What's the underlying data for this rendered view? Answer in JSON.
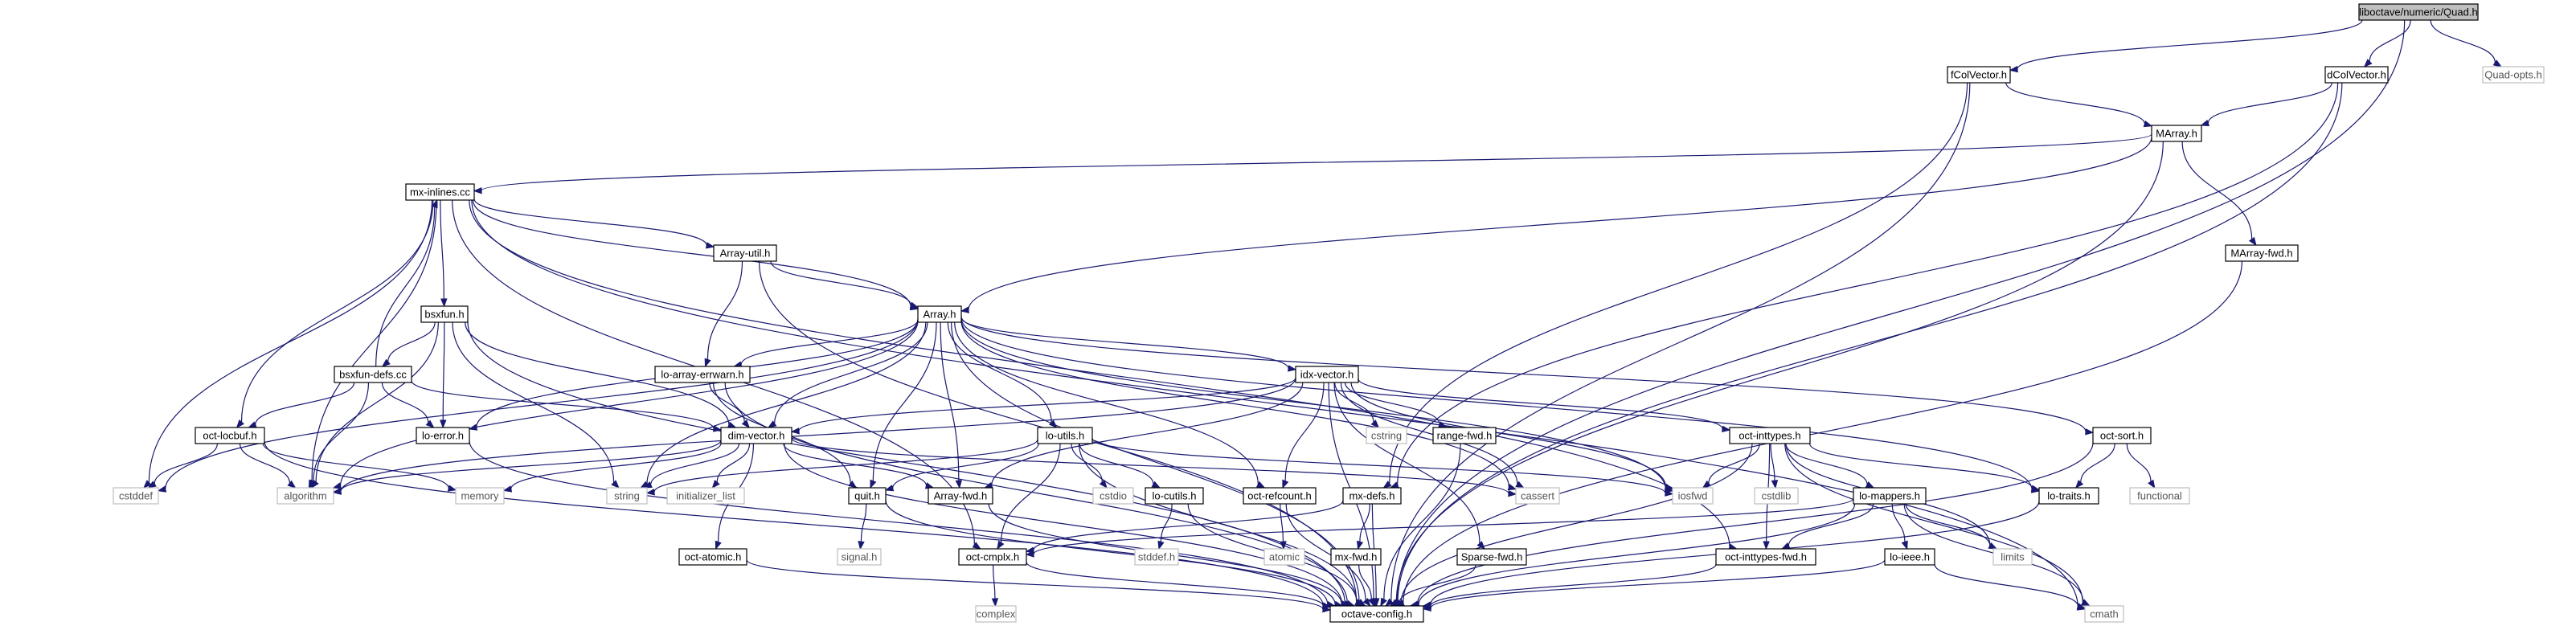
{
  "graph": {
    "colors": {
      "edge": "#191970",
      "root_fill": "#bfbfbf",
      "ghost_border": "#bfbfbf"
    },
    "nodes": [
      {
        "id": "quad",
        "label": "liboctave/numeric/Quad.h",
        "kind": "root"
      },
      {
        "id": "fcol",
        "label": "fColVector.h",
        "kind": "file"
      },
      {
        "id": "dcol",
        "label": "dColVector.h",
        "kind": "file"
      },
      {
        "id": "quadopts",
        "label": "Quad-opts.h",
        "kind": "ghost"
      },
      {
        "id": "marray",
        "label": "MArray.h",
        "kind": "file"
      },
      {
        "id": "mxinl",
        "label": "mx-inlines.cc",
        "kind": "file"
      },
      {
        "id": "arrayutil",
        "label": "Array-util.h",
        "kind": "file"
      },
      {
        "id": "marrayfwd",
        "label": "MArray-fwd.h",
        "kind": "file"
      },
      {
        "id": "bsxfun",
        "label": "bsxfun.h",
        "kind": "file"
      },
      {
        "id": "array",
        "label": "Array.h",
        "kind": "file"
      },
      {
        "id": "bsxdefs",
        "label": "bsxfun-defs.cc",
        "kind": "file"
      },
      {
        "id": "errwarn",
        "label": "lo-array-errwarn.h",
        "kind": "file"
      },
      {
        "id": "idxvec",
        "label": "idx-vector.h",
        "kind": "file"
      },
      {
        "id": "octlocbuf",
        "label": "oct-locbuf.h",
        "kind": "file"
      },
      {
        "id": "loerror",
        "label": "lo-error.h",
        "kind": "file"
      },
      {
        "id": "dimvec",
        "label": "dim-vector.h",
        "kind": "file"
      },
      {
        "id": "loutils",
        "label": "lo-utils.h",
        "kind": "file"
      },
      {
        "id": "rangefwd",
        "label": "range-fwd.h",
        "kind": "file"
      },
      {
        "id": "cstring",
        "label": "cstring",
        "kind": "ghost"
      },
      {
        "id": "octinttypes",
        "label": "oct-inttypes.h",
        "kind": "file"
      },
      {
        "id": "octsort",
        "label": "oct-sort.h",
        "kind": "file"
      },
      {
        "id": "cstddef",
        "label": "cstddef",
        "kind": "ghost"
      },
      {
        "id": "algorithm",
        "label": "algorithm",
        "kind": "ghost"
      },
      {
        "id": "memory",
        "label": "memory",
        "kind": "ghost"
      },
      {
        "id": "string",
        "label": "string",
        "kind": "ghost"
      },
      {
        "id": "initlist",
        "label": "initializer_list",
        "kind": "ghost"
      },
      {
        "id": "quit",
        "label": "quit.h",
        "kind": "file"
      },
      {
        "id": "arrayfwd",
        "label": "Array-fwd.h",
        "kind": "file"
      },
      {
        "id": "cstdio",
        "label": "cstdio",
        "kind": "ghost"
      },
      {
        "id": "locutils",
        "label": "lo-cutils.h",
        "kind": "file"
      },
      {
        "id": "octrefcount",
        "label": "oct-refcount.h",
        "kind": "file"
      },
      {
        "id": "mxdefs",
        "label": "mx-defs.h",
        "kind": "file"
      },
      {
        "id": "cassert",
        "label": "cassert",
        "kind": "ghost"
      },
      {
        "id": "iosfwd",
        "label": "iosfwd",
        "kind": "ghost"
      },
      {
        "id": "cstdlib",
        "label": "cstdlib",
        "kind": "ghost"
      },
      {
        "id": "lomappers",
        "label": "lo-mappers.h",
        "kind": "file"
      },
      {
        "id": "lotraits",
        "label": "lo-traits.h",
        "kind": "file"
      },
      {
        "id": "functional",
        "label": "functional",
        "kind": "ghost"
      },
      {
        "id": "octatomic",
        "label": "oct-atomic.h",
        "kind": "file"
      },
      {
        "id": "signal",
        "label": "signal.h",
        "kind": "ghost"
      },
      {
        "id": "octcmplx",
        "label": "oct-cmplx.h",
        "kind": "file"
      },
      {
        "id": "stddef",
        "label": "stddef.h",
        "kind": "ghost"
      },
      {
        "id": "atomic",
        "label": "atomic",
        "kind": "ghost"
      },
      {
        "id": "mxfwd",
        "label": "mx-fwd.h",
        "kind": "file"
      },
      {
        "id": "sparsefwd",
        "label": "Sparse-fwd.h",
        "kind": "file"
      },
      {
        "id": "octinttypesfwd",
        "label": "oct-inttypes-fwd.h",
        "kind": "file"
      },
      {
        "id": "loieee",
        "label": "lo-ieee.h",
        "kind": "file"
      },
      {
        "id": "limits",
        "label": "limits",
        "kind": "ghost"
      },
      {
        "id": "complex",
        "label": "complex",
        "kind": "ghost"
      },
      {
        "id": "octconfig",
        "label": "octave-config.h",
        "kind": "file"
      },
      {
        "id": "cmath",
        "label": "cmath",
        "kind": "ghost"
      }
    ],
    "edges": [
      [
        "quad",
        "fcol"
      ],
      [
        "quad",
        "dcol"
      ],
      [
        "quad",
        "quadopts"
      ],
      [
        "quad",
        "octconfig"
      ],
      [
        "fcol",
        "marray"
      ],
      [
        "fcol",
        "octconfig"
      ],
      [
        "fcol",
        "mxdefs"
      ],
      [
        "dcol",
        "marray"
      ],
      [
        "dcol",
        "octconfig"
      ],
      [
        "dcol",
        "mxdefs"
      ],
      [
        "marray",
        "array"
      ],
      [
        "marray",
        "marrayfwd"
      ],
      [
        "marray",
        "mxinl"
      ],
      [
        "marray",
        "octconfig"
      ],
      [
        "marrayfwd",
        "octconfig"
      ],
      [
        "mxinl",
        "arrayutil"
      ],
      [
        "mxinl",
        "bsxfun"
      ],
      [
        "mxinl",
        "array"
      ],
      [
        "mxinl",
        "cstddef"
      ],
      [
        "mxinl",
        "algorithm"
      ],
      [
        "mxinl",
        "octlocbuf"
      ],
      [
        "mxinl",
        "octcmplx"
      ],
      [
        "mxinl",
        "octinttypesfwd"
      ],
      [
        "mxinl",
        "cmath"
      ],
      [
        "arrayutil",
        "array"
      ],
      [
        "arrayutil",
        "errwarn"
      ],
      [
        "arrayutil",
        "octconfig"
      ],
      [
        "bsxfun",
        "bsxdefs"
      ],
      [
        "bsxfun",
        "dimvec"
      ],
      [
        "bsxfun",
        "loerror"
      ],
      [
        "bsxfun",
        "algorithm"
      ],
      [
        "bsxfun",
        "string"
      ],
      [
        "bsxfun",
        "octconfig"
      ],
      [
        "bsxdefs",
        "mxinl"
      ],
      [
        "bsxdefs",
        "octlocbuf"
      ],
      [
        "bsxdefs",
        "loerror"
      ],
      [
        "bsxdefs",
        "dimvec"
      ],
      [
        "bsxdefs",
        "algorithm"
      ],
      [
        "array",
        "idxvec"
      ],
      [
        "array",
        "loutils"
      ],
      [
        "array",
        "dimvec"
      ],
      [
        "array",
        "errwarn"
      ],
      [
        "array",
        "loerror"
      ],
      [
        "array",
        "quit"
      ],
      [
        "array",
        "arrayfwd"
      ],
      [
        "array",
        "octrefcount"
      ],
      [
        "array",
        "octsort"
      ],
      [
        "array",
        "lotraits"
      ],
      [
        "array",
        "cassert"
      ],
      [
        "array",
        "iosfwd"
      ],
      [
        "array",
        "string"
      ],
      [
        "array",
        "cstddef"
      ],
      [
        "array",
        "algorithm"
      ],
      [
        "array",
        "octconfig"
      ],
      [
        "errwarn",
        "dimvec"
      ],
      [
        "errwarn",
        "octconfig"
      ],
      [
        "errwarn",
        "quit"
      ],
      [
        "idxvec",
        "dimvec"
      ],
      [
        "idxvec",
        "rangefwd"
      ],
      [
        "idxvec",
        "cstring"
      ],
      [
        "idxvec",
        "octinttypes"
      ],
      [
        "idxvec",
        "octrefcount"
      ],
      [
        "idxvec",
        "arrayfwd"
      ],
      [
        "idxvec",
        "sparsefwd"
      ],
      [
        "idxvec",
        "cassert"
      ],
      [
        "idxvec",
        "iosfwd"
      ],
      [
        "idxvec",
        "algorithm"
      ],
      [
        "idxvec",
        "octconfig"
      ],
      [
        "octlocbuf",
        "cstddef"
      ],
      [
        "octlocbuf",
        "algorithm"
      ],
      [
        "octlocbuf",
        "memory"
      ],
      [
        "octlocbuf",
        "octconfig"
      ],
      [
        "loerror",
        "octconfig"
      ],
      [
        "dimvec",
        "algorithm"
      ],
      [
        "dimvec",
        "memory"
      ],
      [
        "dimvec",
        "string"
      ],
      [
        "dimvec",
        "initlist"
      ],
      [
        "dimvec",
        "arrayfwd"
      ],
      [
        "dimvec",
        "octatomic"
      ],
      [
        "dimvec",
        "cassert"
      ],
      [
        "dimvec",
        "octconfig"
      ],
      [
        "loutils",
        "quit"
      ],
      [
        "loutils",
        "cstdio"
      ],
      [
        "loutils",
        "locutils"
      ],
      [
        "loutils",
        "octcmplx"
      ],
      [
        "loutils",
        "string"
      ],
      [
        "loutils",
        "iosfwd"
      ],
      [
        "loutils",
        "octconfig"
      ],
      [
        "rangefwd",
        "octconfig"
      ],
      [
        "octinttypes",
        "lomappers"
      ],
      [
        "octinttypes",
        "lotraits"
      ],
      [
        "octinttypes",
        "cstdlib"
      ],
      [
        "octinttypes",
        "iosfwd"
      ],
      [
        "octinttypes",
        "octinttypesfwd"
      ],
      [
        "octinttypes",
        "limits"
      ],
      [
        "octinttypes",
        "cmath"
      ],
      [
        "octinttypes",
        "octconfig"
      ],
      [
        "octsort",
        "lotraits"
      ],
      [
        "octsort",
        "functional"
      ],
      [
        "octsort",
        "octconfig"
      ],
      [
        "quit",
        "signal"
      ],
      [
        "quit",
        "octconfig"
      ],
      [
        "arrayfwd",
        "octconfig"
      ],
      [
        "locutils",
        "stddef"
      ],
      [
        "locutils",
        "octconfig"
      ],
      [
        "octrefcount",
        "atomic"
      ],
      [
        "octrefcount",
        "octconfig"
      ],
      [
        "mxdefs",
        "octcmplx"
      ],
      [
        "mxdefs",
        "mxfwd"
      ],
      [
        "mxdefs",
        "octconfig"
      ],
      [
        "lomappers",
        "octcmplx"
      ],
      [
        "lomappers",
        "loieee"
      ],
      [
        "lomappers",
        "limits"
      ],
      [
        "lomappers",
        "octinttypesfwd"
      ],
      [
        "lomappers",
        "cmath"
      ],
      [
        "lomappers",
        "octconfig"
      ],
      [
        "lotraits",
        "octconfig"
      ],
      [
        "octatomic",
        "octconfig"
      ],
      [
        "octcmplx",
        "complex"
      ],
      [
        "octcmplx",
        "octconfig"
      ],
      [
        "mxfwd",
        "octconfig"
      ],
      [
        "sparsefwd",
        "octconfig"
      ],
      [
        "octinttypesfwd",
        "octconfig"
      ],
      [
        "loieee",
        "cmath"
      ],
      [
        "loieee",
        "octconfig"
      ]
    ]
  }
}
